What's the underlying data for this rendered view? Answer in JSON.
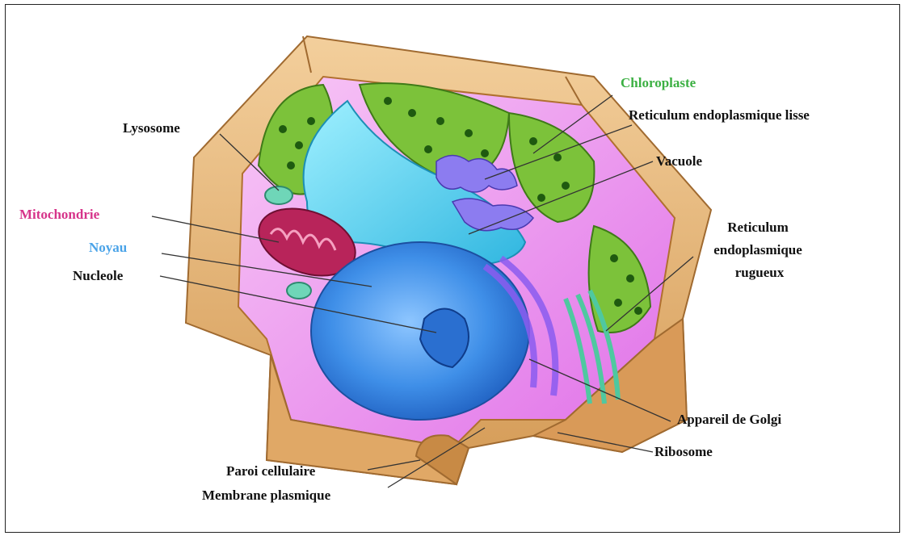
{
  "colors": {
    "wall": "#e8b87a",
    "wall_dark": "#c98f4c",
    "cytoplasm": "#f4a8f0",
    "chloroplast": "#7cc23a",
    "vacuole": "#5fd2ef",
    "nucleus": "#3f8fe8",
    "mitochondria": "#b8245a",
    "er_smooth": "#8c7cf0",
    "golgi": "#7fe0c0",
    "label_chloroplaste": "#3cb043",
    "label_mitochondrie": "#d6338a",
    "label_noyau": "#4aa3e8"
  },
  "labels": {
    "chloroplaste": "Chloroplaste",
    "reticulum_lisse": "Reticulum endoplasmique lisse",
    "vacuole": "Vacuole",
    "lysosome": "Lysosome",
    "mitochondrie": "Mitochondrie",
    "noyau": "Noyau",
    "nucleole": "Nucleole",
    "reticulum_rugueux_1": "Reticulum",
    "reticulum_rugueux_2": "endoplasmique",
    "reticulum_rugueux_3": "rugueux",
    "golgi": "Appareil de Golgi",
    "ribosome": "Ribosome",
    "paroi": "Paroi cellulaire",
    "membrane": "Membrane plasmique"
  }
}
